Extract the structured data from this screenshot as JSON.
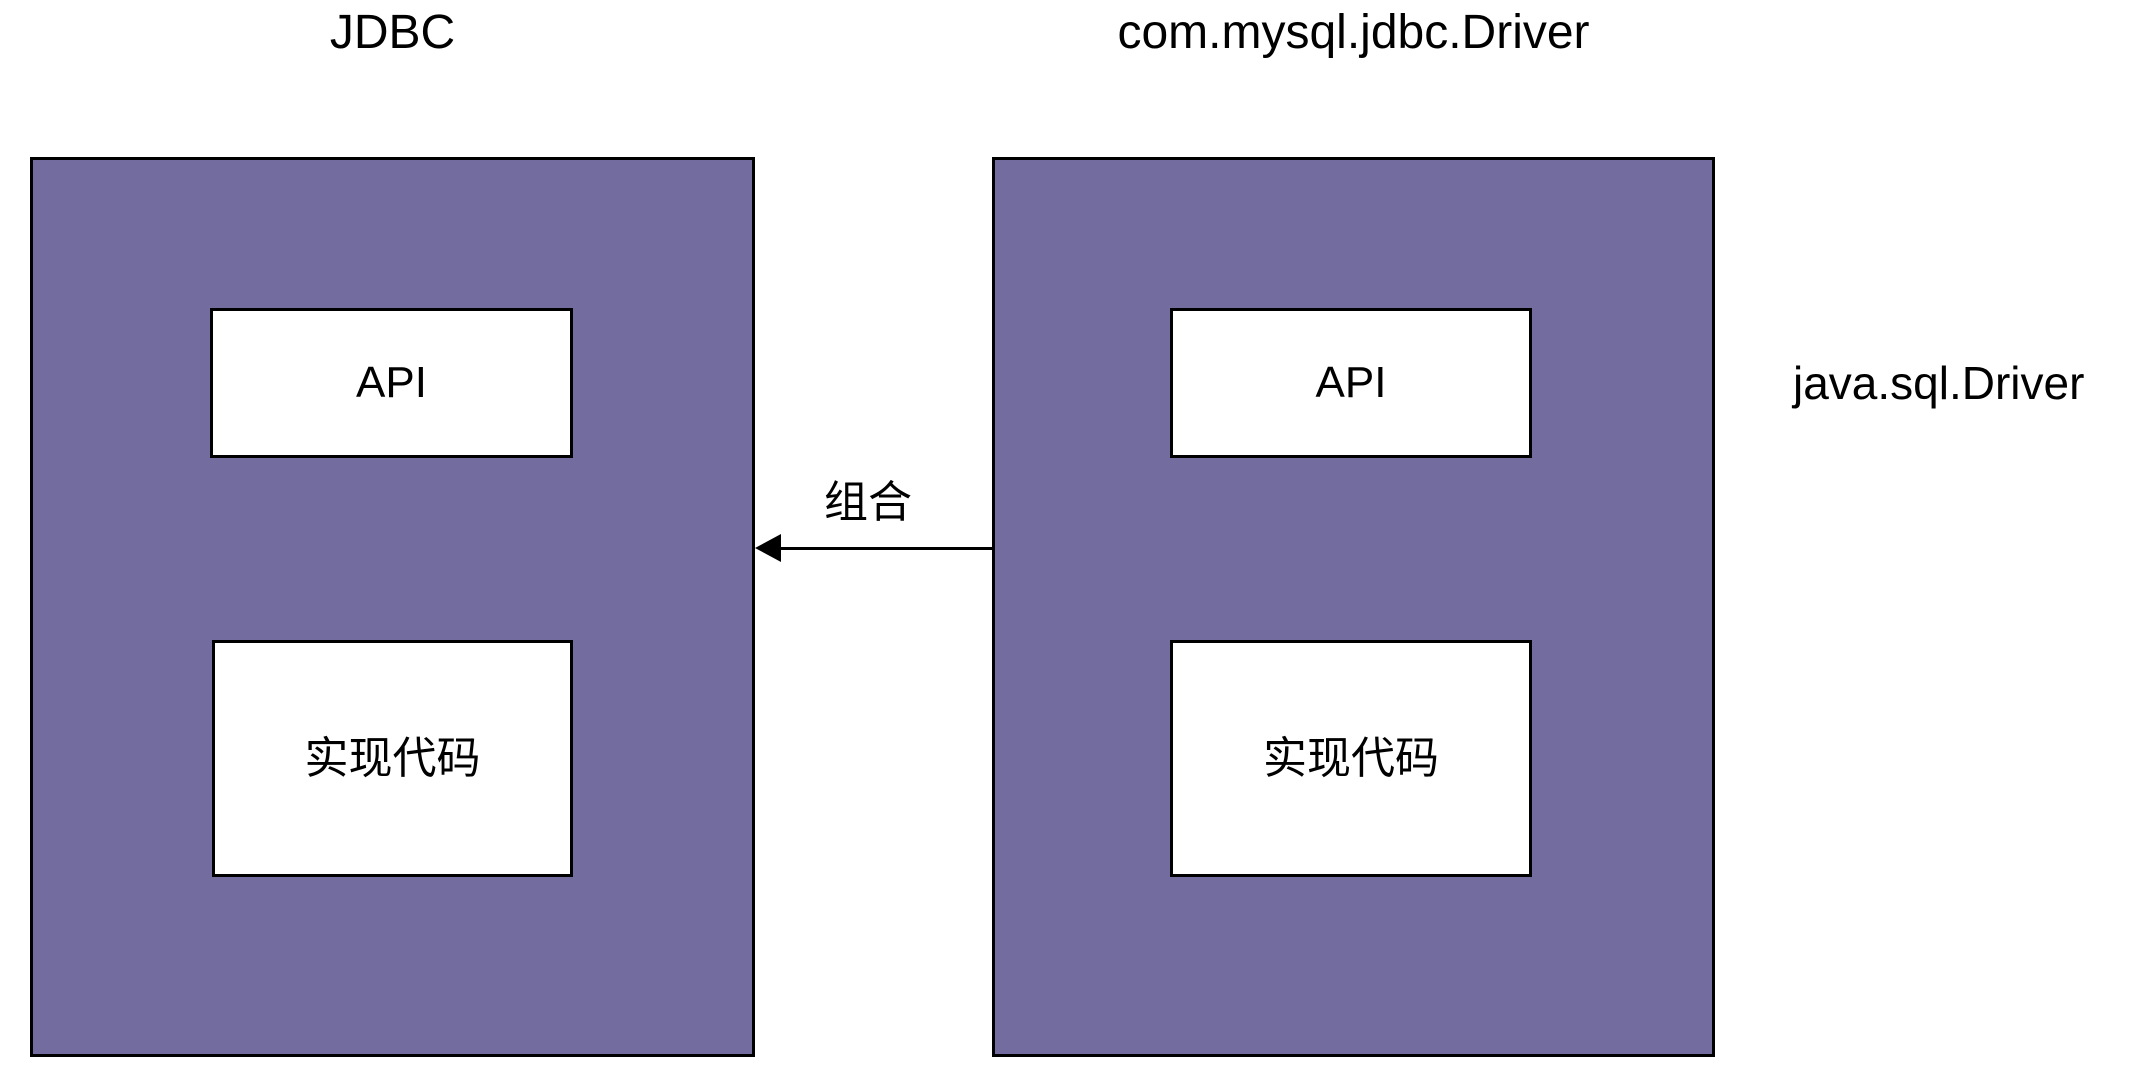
{
  "diagram": {
    "description": "JDBC driver composition diagram",
    "left_panel": {
      "title": "JDBC",
      "api_label": "API",
      "impl_label": "实现代码"
    },
    "right_panel": {
      "title": "com.mysql.jdbc.Driver",
      "api_label": "API",
      "impl_label": "实现代码"
    },
    "arrow": {
      "label": "组合",
      "direction": "right-to-left"
    },
    "side_label": "java.sql.Driver",
    "colors": {
      "panel_fill": "#736C9F",
      "stroke": "#000000",
      "box_fill": "#FFFFFF",
      "background": "#FFFFFF",
      "text": "#000000"
    }
  }
}
